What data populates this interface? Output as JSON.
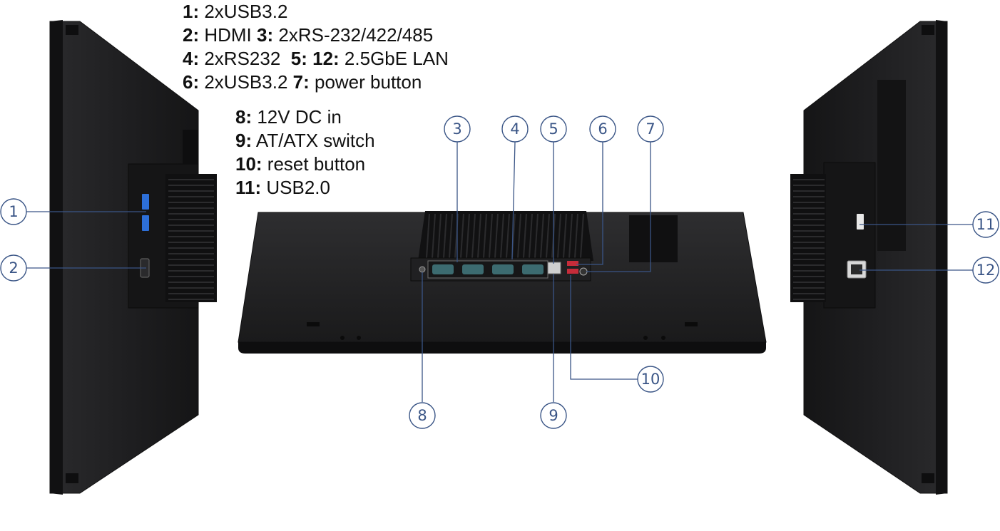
{
  "legend": [
    {
      "key": "1:",
      "text": " 2xUSB3.2"
    },
    {
      "key": "2:",
      "text": " HDMI ",
      "key2": "3:",
      "text2": " 2xRS-232/422/485"
    },
    {
      "key": "4:",
      "text": " 2xRS232  ",
      "key2": "5:",
      "key3": "12:",
      "text3": " 2.5GbE LAN"
    },
    {
      "key": "6:",
      "text": " 2xUSB3.2 ",
      "key2": "7:",
      "text2": " power button"
    },
    {
      "key": "8:",
      "text": " 12V DC in"
    },
    {
      "key": "9:",
      "text": " AT/ATX switch"
    },
    {
      "key": "10:",
      "text": " reset button"
    },
    {
      "key": "11:",
      "text": " USB2.0"
    }
  ],
  "callouts": {
    "c1": "1",
    "c2": "2",
    "c3": "3",
    "c4": "4",
    "c5": "5",
    "c6": "6",
    "c7": "7",
    "c8": "8",
    "c9": "9",
    "c10": "10",
    "c11": "11",
    "c12": "12"
  },
  "colors": {
    "callout": "#3a5586",
    "device_body": "#1c1c1e",
    "device_edge": "#2c2c2e",
    "port_blue": "#2d6fd8",
    "port_red": "#c62c3a",
    "serial_teal": "#3c6b70"
  }
}
